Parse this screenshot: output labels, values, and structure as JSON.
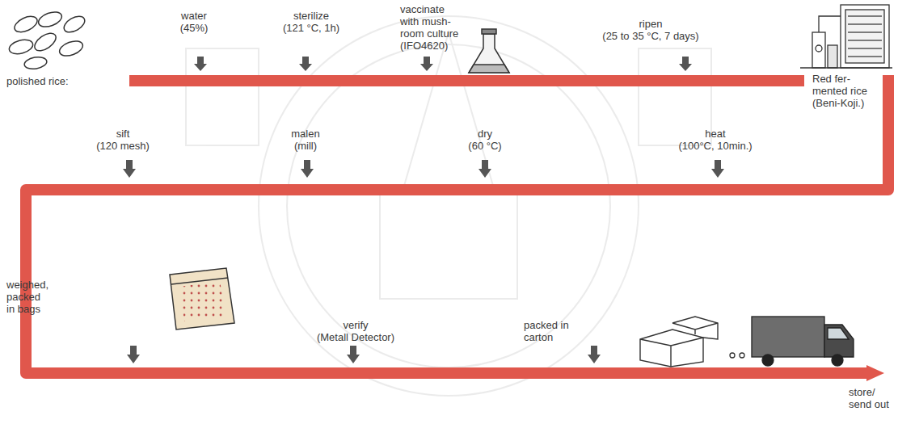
{
  "diagram": {
    "labels": [
      "polished rice:",
      "water (45%)",
      "sterilize (121 °C, 1h)",
      "vaccinate with mush- room culture (IFO4620)",
      "ripen (25 to 35 °C, 7 days)",
      "Red fer- mented rice (Beni-Koji.)",
      "heat (100°C, 10min.)",
      "dry (60 °C)",
      "malen (mill)",
      "sift (120 mesh)",
      "weighed, packed in bags",
      "verify (Metall Detector)",
      "packed in carton",
      "store/ send out"
    ]
  }
}
